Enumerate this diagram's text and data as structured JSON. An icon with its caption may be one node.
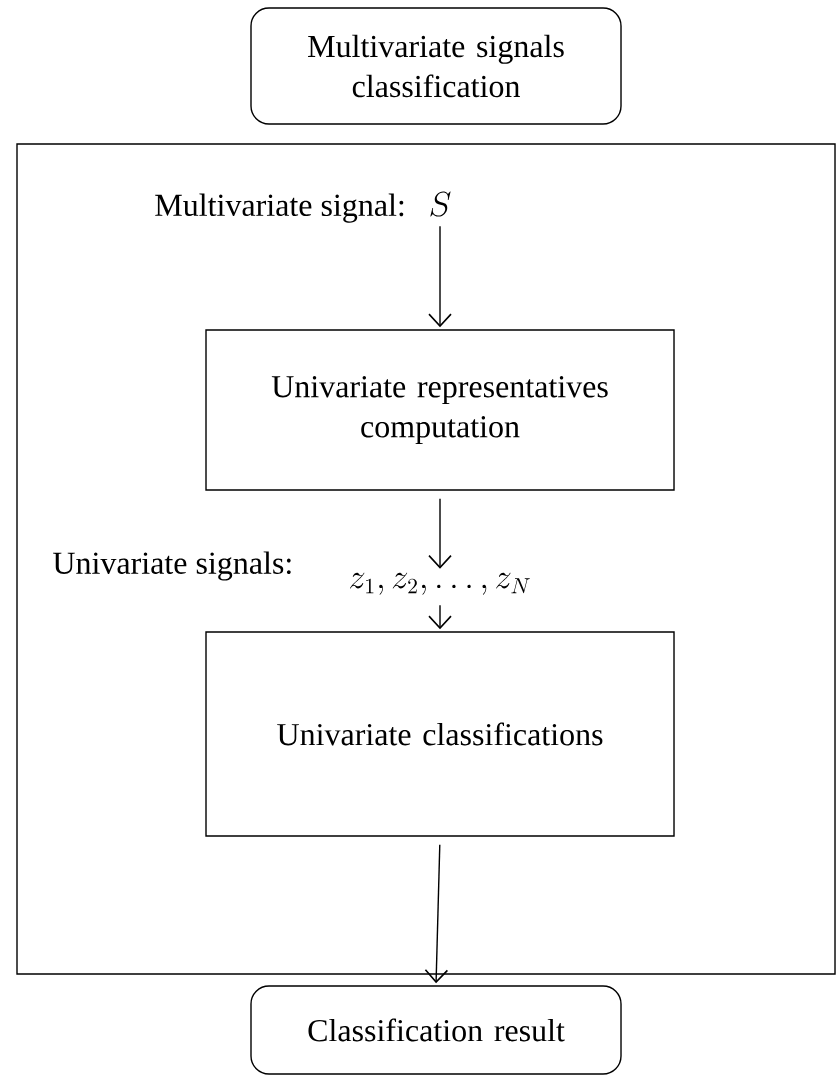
{
  "diagram": {
    "nodes": [
      {
        "text": [
          "Multivariate signals classification"
        ]
      },
      {
        "text": [],
        "shape": "box"
      },
      {
        "text": [
          "S"
        ],
        "in": 1,
        "beside": [
          "Multivariate signal:"
        ]
      },
      {
        "text": [
          "Univariate representatives computation"
        ],
        "in": 1
      },
      {
        "text": [
          "z_1, z_2, \\ldots, z_N"
        ],
        "in": 1,
        "beside": [
          "Univariate signals:"
        ]
      },
      {
        "text": [
          "Univariate classifications"
        ],
        "in": 1
      },
      {
        "text": [
          "Classification result"
        ]
      }
    ],
    "edges": [
      {
        "from": 2,
        "to": 3,
        "arrow": "to"
      },
      {
        "from": 3,
        "to": 4,
        "arrow": "to"
      },
      {
        "from": 4,
        "to": 5,
        "arrow": "to"
      },
      {
        "from": 5,
        "to": 6,
        "arrow": "to"
      }
    ]
  }
}
